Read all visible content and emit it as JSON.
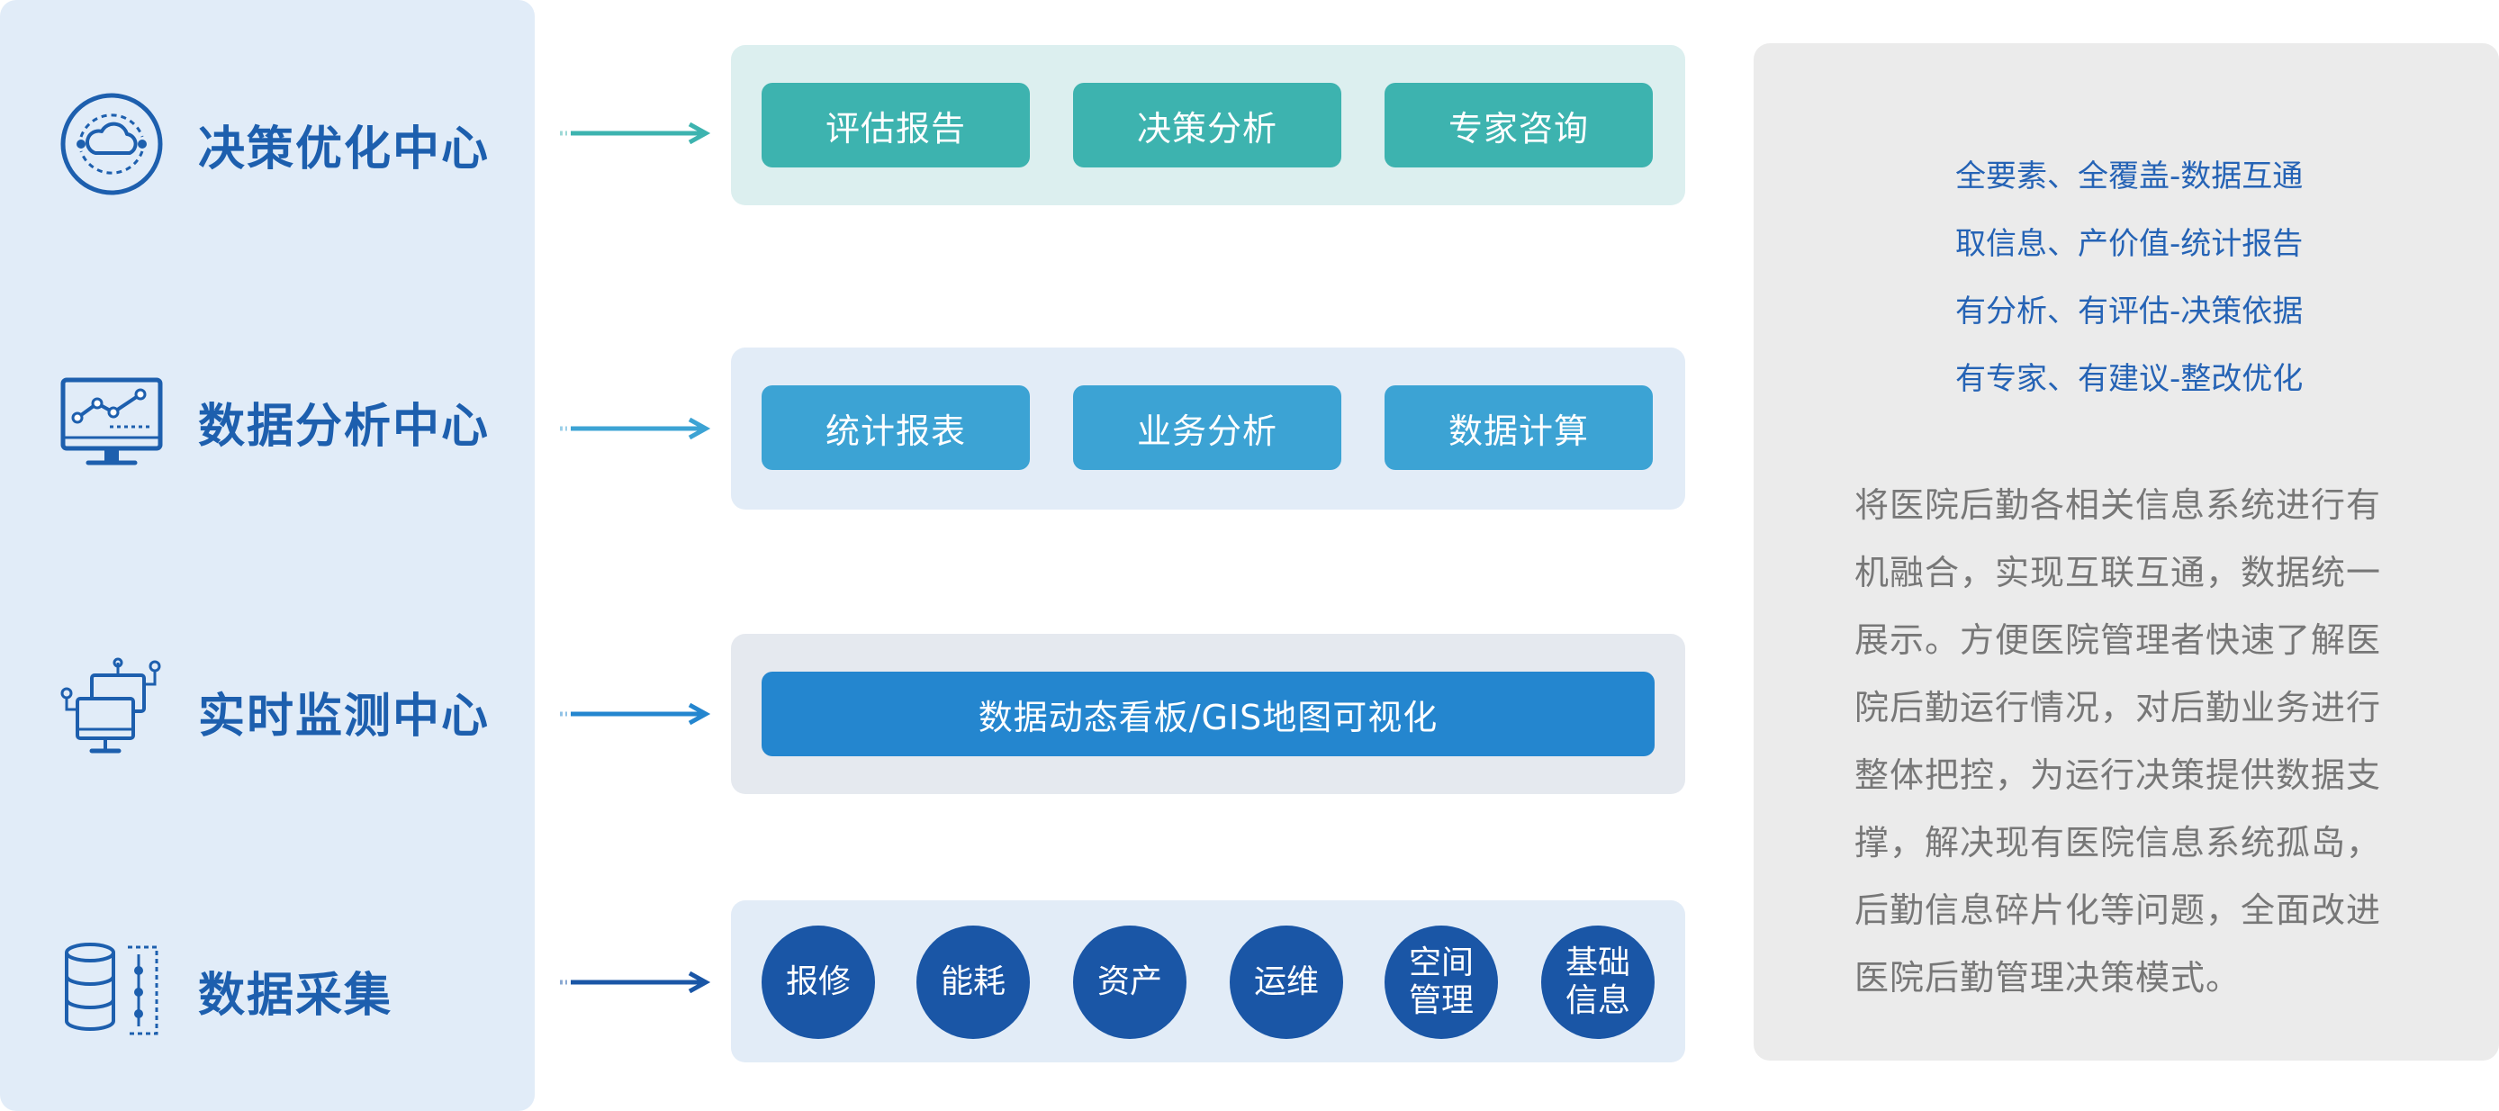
{
  "colors": {
    "left_panel_bg": "#e1ecf8",
    "center_title": "#1d5fae",
    "layer_box_decision": "#dcefef",
    "layer_box_light_blue": "#e2ecf7",
    "layer_box_gray": "#e5e9ef",
    "pill_teal": "#3db3af",
    "pill_blue": "#3ca3d4",
    "pill_dashboard": "#2486cf",
    "circle_dark_blue": "#1a56a6",
    "right_panel_bg": "#ebebeb",
    "bullet_text": "#2563b5",
    "desc_text": "#777777"
  },
  "centers": [
    {
      "title": "决策优化中心",
      "icon": "cloud-cycle-icon"
    },
    {
      "title": "数据分析中心",
      "icon": "monitor-chart-icon"
    },
    {
      "title": "实时监测中心",
      "icon": "monitor-network-icon"
    },
    {
      "title": "数据采集",
      "icon": "database-flow-icon"
    }
  ],
  "layers": {
    "decision": [
      "评估报告",
      "决策分析",
      "专家咨询"
    ],
    "analysis": [
      "统计报表",
      "业务分析",
      "数据计算"
    ],
    "monitoring": "数据动态看板/GIS地图可视化",
    "collection": [
      {
        "line1": "报修",
        "line2": ""
      },
      {
        "line1": "能耗",
        "line2": ""
      },
      {
        "line1": "资产",
        "line2": ""
      },
      {
        "line1": "运维",
        "line2": ""
      },
      {
        "line1": "空间",
        "line2": "管理"
      },
      {
        "line1": "基础",
        "line2": "信息"
      }
    ]
  },
  "summary": {
    "bullets": [
      "全要素、全覆盖-数据互通",
      "取信息、产价值-统计报告",
      "有分析、有评估-决策依据",
      "有专家、有建议-整改优化"
    ],
    "description": "将医院后勤各相关信息系统进行有机融合，实现互联互通，数据统一展示。方便医院管理者快速了解医院后勤运行情况，对后勤业务进行整体把控，为运行决策提供数据支撑，解决现有医院信息系统孤岛，后勤信息碎片化等问题，全面改进医院后勤管理决策模式。"
  }
}
